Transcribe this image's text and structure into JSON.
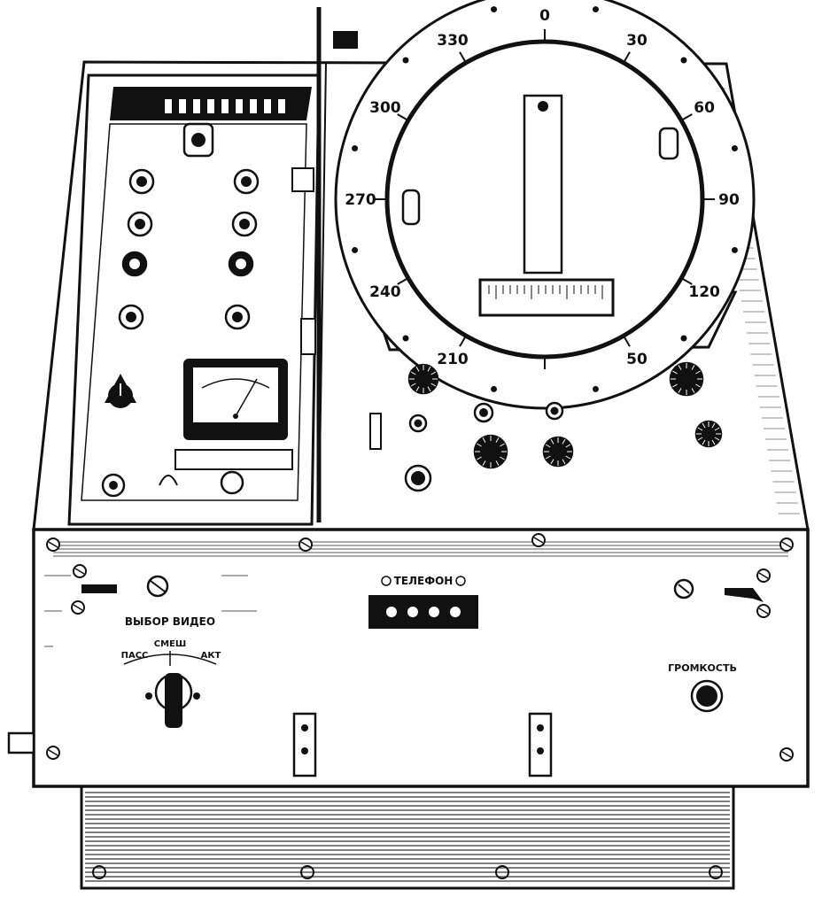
{
  "dial": {
    "labels": [
      {
        "text": "0",
        "angle": 0
      },
      {
        "text": "30",
        "angle": 30
      },
      {
        "text": "60",
        "angle": 60
      },
      {
        "text": "90",
        "angle": 90
      },
      {
        "text": "120",
        "angle": 120
      },
      {
        "text": "50",
        "angle": 150
      },
      {
        "text": "210",
        "angle": 210
      },
      {
        "text": "240",
        "angle": 240
      },
      {
        "text": "270",
        "angle": 270
      },
      {
        "text": "300",
        "angle": 300
      },
      {
        "text": "330",
        "angle": 330
      }
    ]
  },
  "front_panel": {
    "video_select_label": "ВЫБОР ВИДЕО",
    "mode_left": "ПАСС",
    "mode_mid": "СМЕШ",
    "mode_right": "АКТ",
    "phones_label": "ТЕЛЕФОН",
    "volume_label": "ГРОМКОСТЬ"
  },
  "colors": {
    "ink": "#111111",
    "paper": "#ffffff",
    "shade": "#555555"
  }
}
